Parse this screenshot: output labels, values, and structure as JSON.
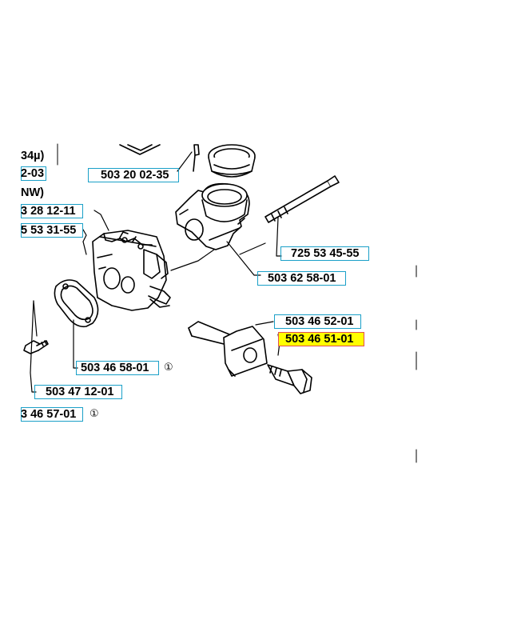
{
  "labels": {
    "frag_44mu": "34µ)",
    "frag_2_03": "2-03",
    "frag_nw": "NW)",
    "p_503_20_02_35": "503 20 02-35",
    "frag_3_28_12_11": "3 28 12-11",
    "frag_5_53_31_55": "5 53 31-55",
    "p_725_53_45_55": "725 53 45-55",
    "p_503_62_58_01": "503 62 58-01",
    "p_503_46_52_01": "503 46 52-01",
    "p_503_46_51_01": "503 46 51-01",
    "p_503_46_58_01": "503 46 58-01",
    "circ_1": "①",
    "p_503_47_12_01": "503 47 12-01",
    "frag_3_46_57_01": "3 46 57-01",
    "circ_2": "①"
  },
  "highlight": {
    "part": "503 46 51-01",
    "fill": "#ffff00",
    "border": "#e05050"
  },
  "colors": {
    "callout_box": "#1aa0c8",
    "line": "#000000"
  }
}
